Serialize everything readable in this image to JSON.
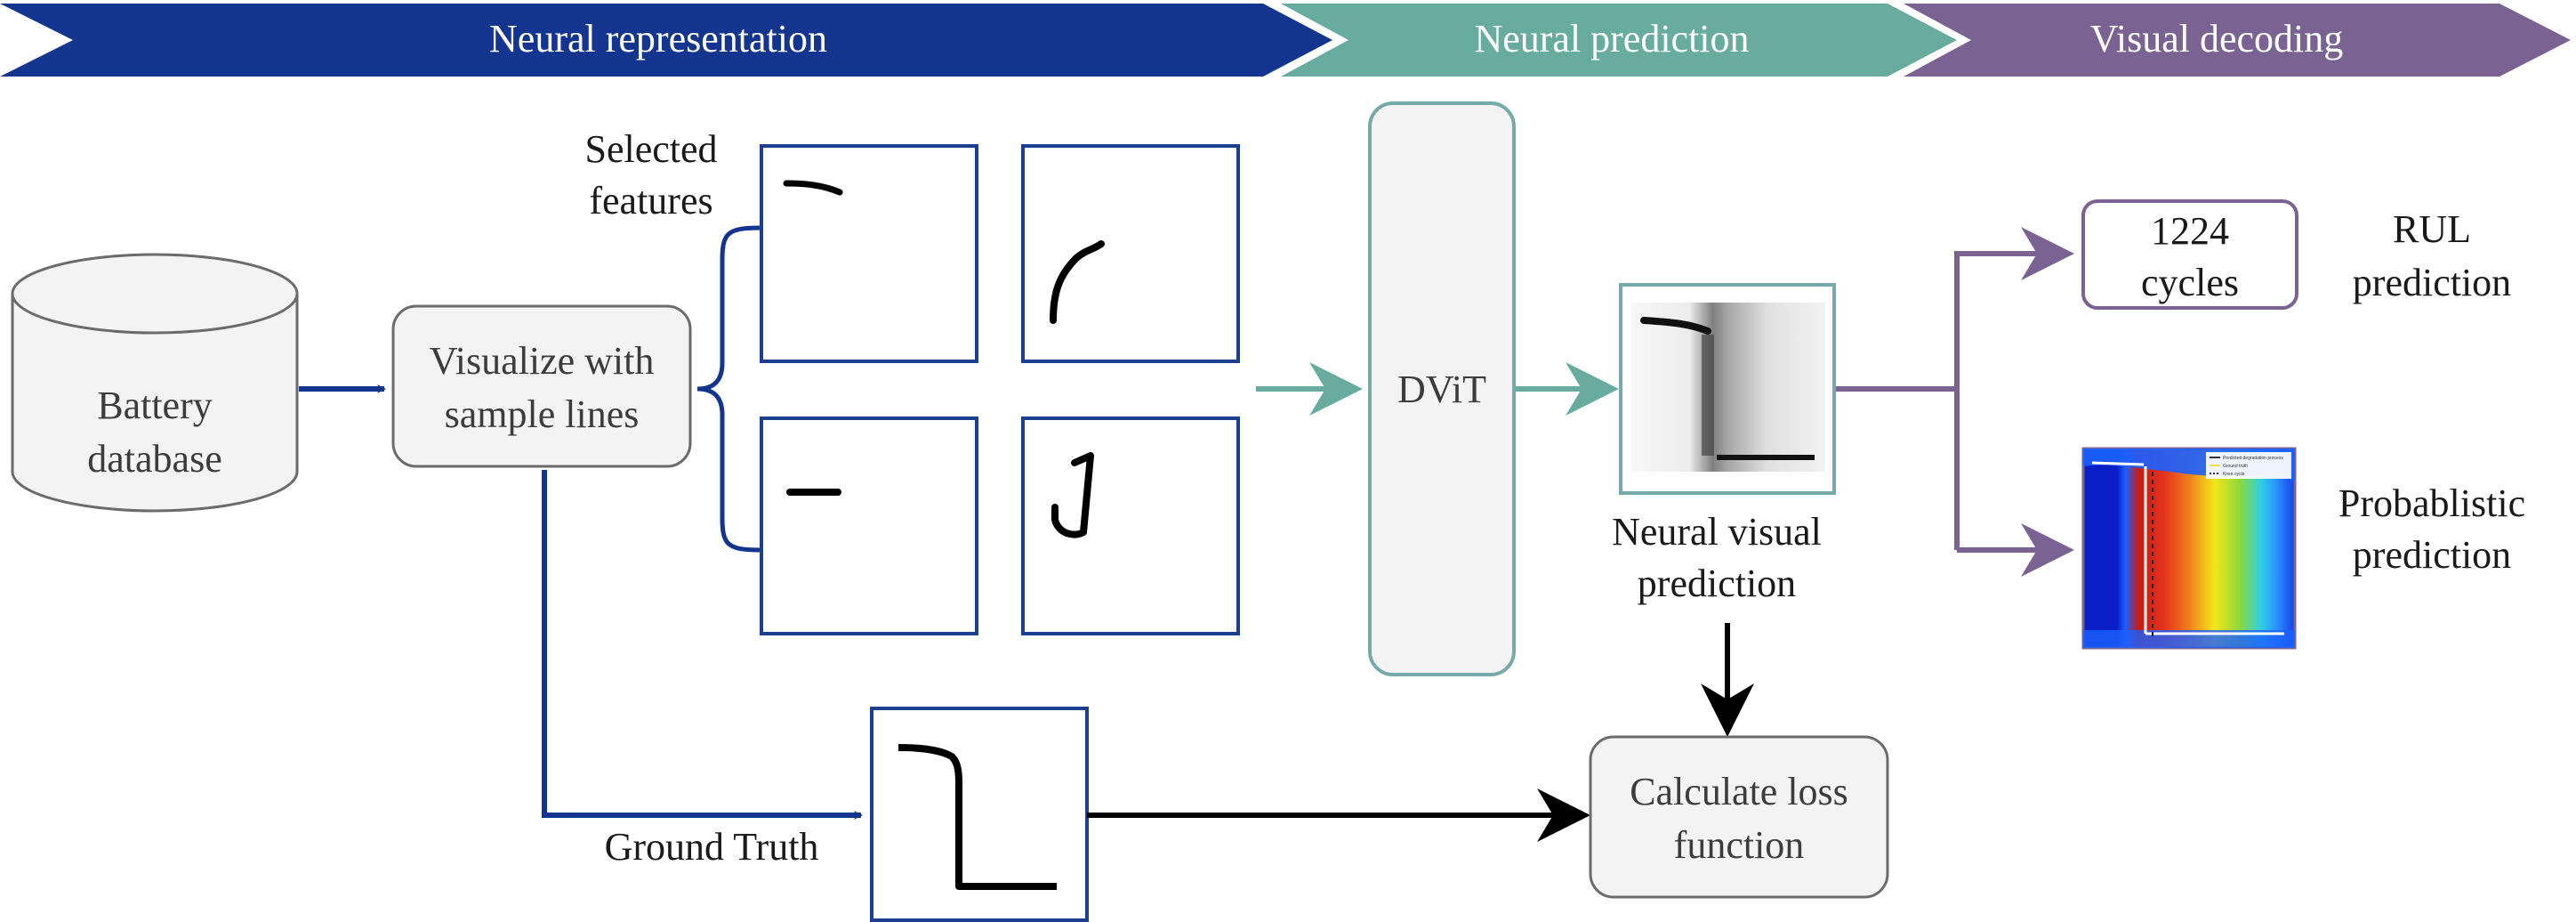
{
  "colors": {
    "blue": "#14358f",
    "teal": "#68ac9f",
    "purple": "#7a6392",
    "box_fill": "#f3f3f3",
    "box_stroke": "#6b6b6b",
    "frame_blue": "#1d3f8f",
    "frame_teal": "#74aaa8"
  },
  "banners": {
    "representation": "Neural representation",
    "prediction": "Neural prediction",
    "decoding": "Visual decoding"
  },
  "nodes": {
    "database": [
      "Battery",
      "database"
    ],
    "visualize": [
      "Visualize with",
      "sample lines"
    ],
    "selected_features": [
      "Selected",
      "features"
    ],
    "dvit": "DViT",
    "neural_visual": [
      "Neural visual",
      "prediction"
    ],
    "rul_value": [
      "1224",
      "cycles"
    ],
    "rul_label": [
      "RUL",
      "prediction"
    ],
    "prob_label": [
      "Probablistic",
      "prediction"
    ],
    "loss": [
      "Calculate loss",
      "function"
    ],
    "ground_truth": "Ground Truth"
  },
  "heatmap_legend": [
    "Predicted degradation process",
    "Ground truth",
    "Knee cycle"
  ]
}
